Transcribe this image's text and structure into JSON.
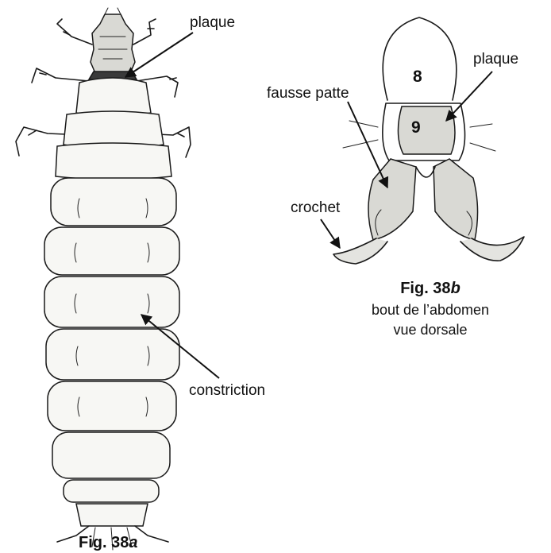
{
  "figure_a": {
    "labels": {
      "plaque": "plaque",
      "constriction": "constriction"
    },
    "caption": {
      "prefix": "Fig. 38",
      "letter": "a"
    }
  },
  "figure_b": {
    "labels": {
      "segment_8": "8",
      "segment_9": "9",
      "plaque": "plaque",
      "fausse_patte": "fausse patte",
      "crochet": "crochet"
    },
    "caption": {
      "prefix": "Fig. 38",
      "letter": "b",
      "line2": "bout de l’abdomen",
      "line3": "vue dorsale"
    }
  }
}
